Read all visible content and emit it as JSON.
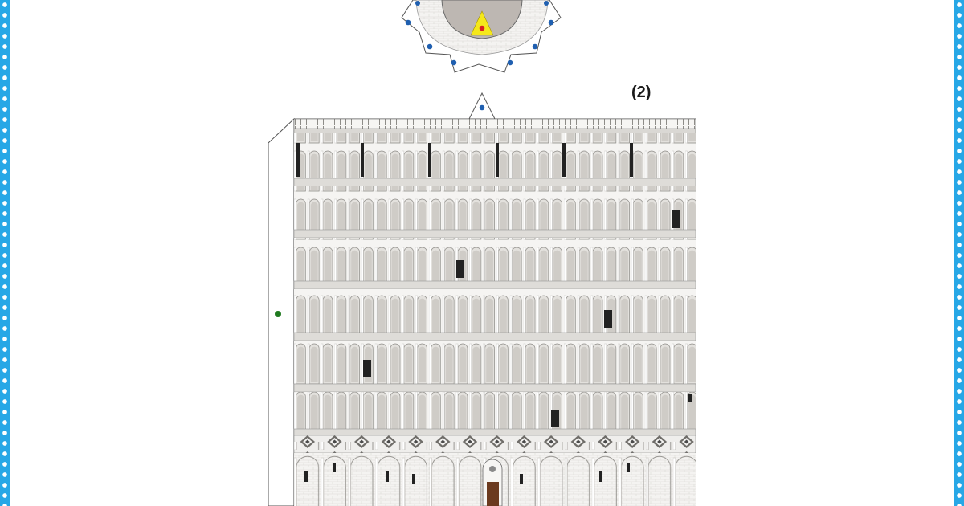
{
  "sheet": {
    "part_label": "(2)",
    "border_color": "#27a7e6",
    "colors": {
      "marble": "#f1f0ee",
      "marble_shadow": "#d8d6d2",
      "arch_dark": "#4a4a4a",
      "window": "#222222",
      "door": "#6b3a1f",
      "dot_blue": "#1f5fb0",
      "dot_red": "#d92020",
      "dot_green": "#1f7a1f",
      "cap_yellow": "#f5e81a",
      "cap_gray": "#bdb7b2"
    },
    "icons": [
      "cap-star-piece",
      "gluing-tab",
      "arcade-tower-wall",
      "entrance-door"
    ]
  }
}
